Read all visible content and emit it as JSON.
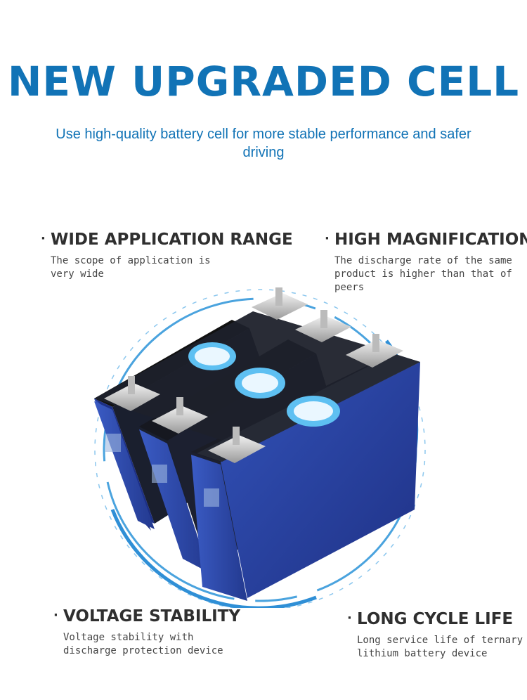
{
  "colors": {
    "brand": "#1173b6",
    "cell_blue": "#2b48a6",
    "ring": "#4aa3de"
  },
  "header": {
    "title": "NEW UPGRADED CELL",
    "subtitle": "Use high-quality battery cell for more stable performance and safer driving"
  },
  "features": [
    {
      "title": "WIDE APPLICATION RANGE",
      "desc": "The scope of application is\nvery wide"
    },
    {
      "title": "HIGH MAGNIFICATION",
      "desc": "The discharge rate of the same\nproduct is higher than that of\npeers"
    },
    {
      "title": "VOLTAGE STABILITY",
      "desc": "Voltage stability with\ndischarge protection device"
    },
    {
      "title": "LONG CYCLE LIFE",
      "desc": "Long service life of ternary\nlithium battery device"
    }
  ],
  "icons": {
    "bullet": "bullet-dot-icon"
  }
}
